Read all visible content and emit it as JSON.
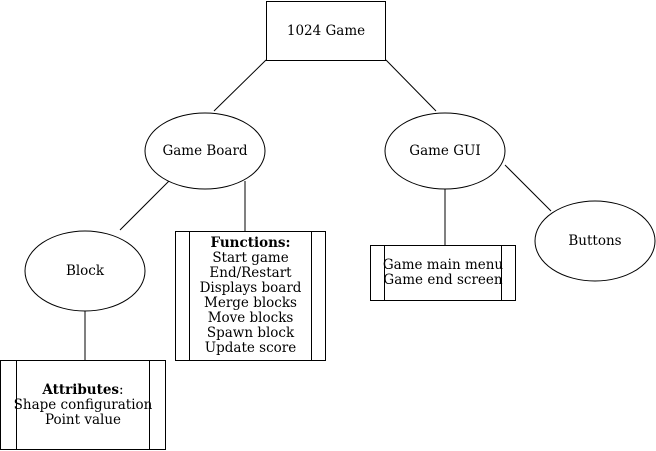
{
  "diagram": {
    "root": {
      "label": "1024 Game"
    },
    "game_board": {
      "label": "Game Board"
    },
    "game_gui": {
      "label": "Game GUI"
    },
    "block": {
      "label": "Block"
    },
    "buttons": {
      "label": "Buttons"
    },
    "functions": {
      "heading": "Functions:",
      "items": [
        "Start game",
        "End/Restart",
        "Displays board",
        "Merge blocks",
        "Move blocks",
        "Spawn block",
        "Update score"
      ]
    },
    "gui_screens": {
      "items": [
        "Game main menu",
        "Game end screen"
      ]
    },
    "attributes": {
      "heading": "Attributes",
      "heading_suffix": ":",
      "items": [
        "Shape configuration",
        "Point value"
      ]
    }
  },
  "colors": {
    "stroke": "#000000",
    "fill": "#ffffff",
    "text": "#000000"
  }
}
